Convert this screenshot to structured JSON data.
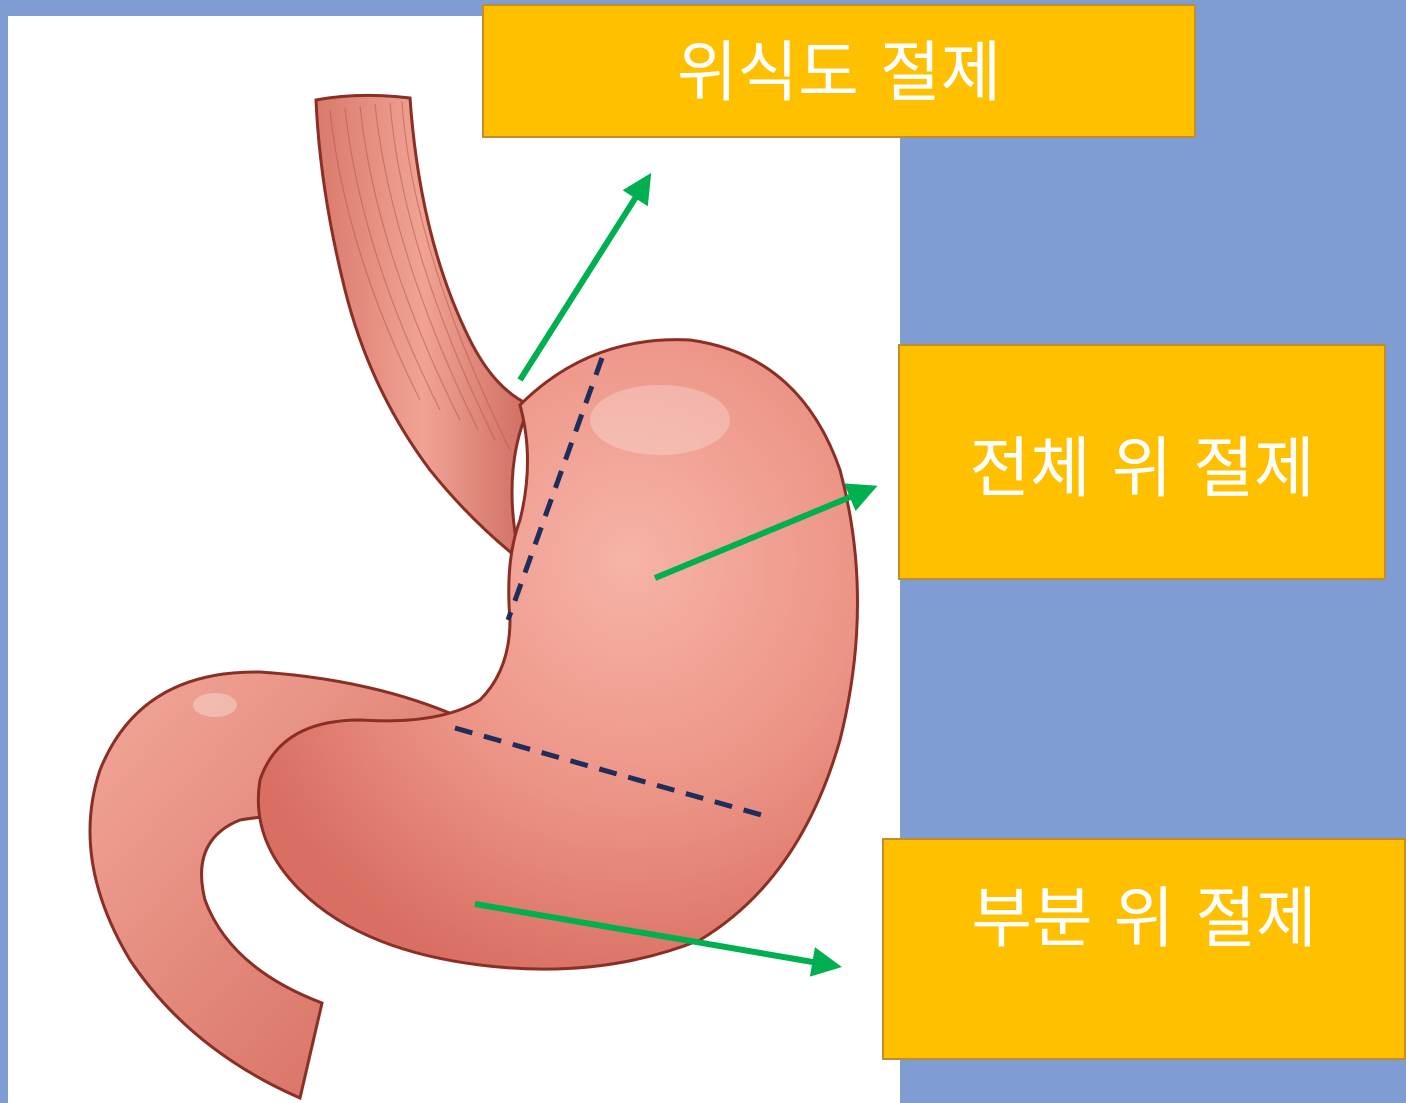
{
  "labels": {
    "esophagogastrectomy": "위식도 절제",
    "total_gastrectomy": "전체 위 절제",
    "partial_gastrectomy": "부분 위 절제"
  },
  "colors": {
    "background": "#7f9dd3",
    "panel": "#ffffff",
    "label_box": "#ffc000",
    "label_border": "#c08e2e",
    "label_text": "#ffffff",
    "arrow": "#00b050",
    "cut_line": "#1f2d5a",
    "stomach": "#ea8c7e",
    "stomach_outline": "#8a2f25"
  },
  "icons": {
    "arrow": "arrow-right-icon"
  }
}
